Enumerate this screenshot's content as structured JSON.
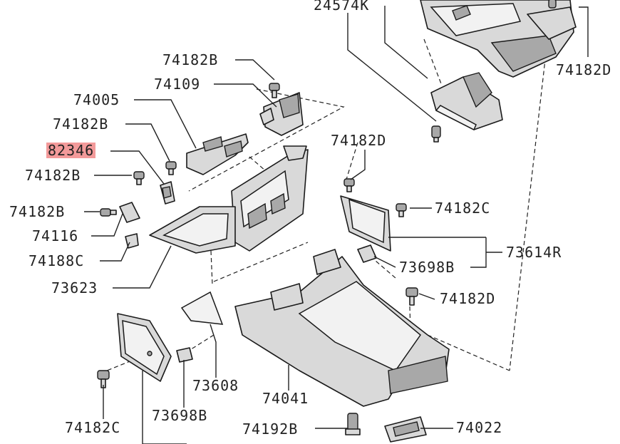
{
  "diagram": {
    "type": "exploded parts diagram",
    "highlight_color": "#f39a9a",
    "parts": [
      {
        "id": "p-24574k",
        "label": "24574K"
      },
      {
        "id": "p-74182b-1",
        "label": "74182B"
      },
      {
        "id": "p-74109",
        "label": "74109"
      },
      {
        "id": "p-74005",
        "label": "74005"
      },
      {
        "id": "p-74182b-2",
        "label": "74182B"
      },
      {
        "id": "p-82346",
        "label": "82346",
        "highlighted": true
      },
      {
        "id": "p-74182b-3",
        "label": "74182B"
      },
      {
        "id": "p-74182b-4",
        "label": "74182B"
      },
      {
        "id": "p-74116",
        "label": "74116"
      },
      {
        "id": "p-74188c",
        "label": "74188C"
      },
      {
        "id": "p-73623",
        "label": "73623"
      },
      {
        "id": "p-74182d-1",
        "label": "74182D"
      },
      {
        "id": "p-74182c-1",
        "label": "74182C"
      },
      {
        "id": "p-73614r",
        "label": "73614R"
      },
      {
        "id": "p-73698b-1",
        "label": "73698B"
      },
      {
        "id": "p-74182d-2",
        "label": "74182D"
      },
      {
        "id": "p-74182d-3",
        "label": "74182D"
      },
      {
        "id": "p-73608",
        "label": "73608"
      },
      {
        "id": "p-74041",
        "label": "74041"
      },
      {
        "id": "p-73698b-2",
        "label": "73698B"
      },
      {
        "id": "p-74182c-2",
        "label": "74182C"
      },
      {
        "id": "p-74192b",
        "label": "74192B"
      },
      {
        "id": "p-74022",
        "label": "74022"
      }
    ]
  }
}
